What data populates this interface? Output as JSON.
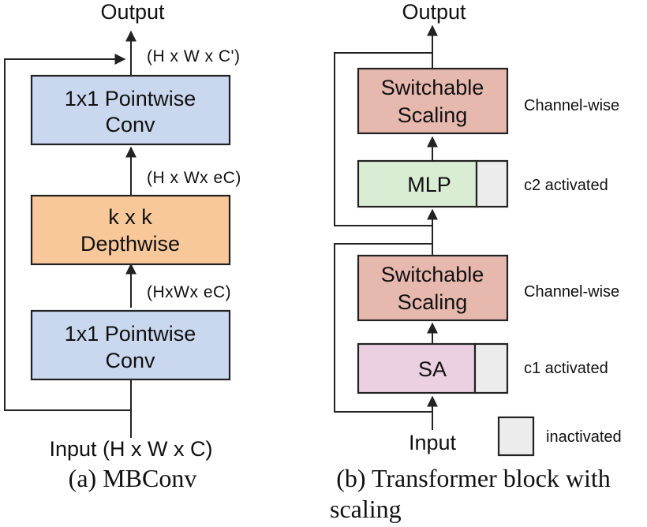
{
  "colors": {
    "pointwise_fill": "#c9d8ef",
    "depthwise_fill": "#f8c89b",
    "scaling_fill": "#e6b8ae",
    "mlp_fill": "#d9ecd4",
    "sa_fill": "#ead0e0",
    "inactive_fill": "#ececec",
    "line": "#222222"
  },
  "mbconv": {
    "output_label": "Output",
    "input_label": "Input (H x W x C)",
    "top_conv": {
      "line1": "1x1 Pointwise",
      "line2": "Conv"
    },
    "depthwise": {
      "line1": "k x k",
      "line2": "Depthwise"
    },
    "bottom_conv": {
      "line1": "1x1 Pointwise",
      "line2": "Conv"
    },
    "dim_top": "(H x W x C')",
    "dim_mid": "(H x Wx eC)",
    "dim_low": "(HxWx eC)",
    "caption": "(a) MBConv"
  },
  "transformer": {
    "output_label": "Output",
    "input_label": "Input",
    "top_scaling": {
      "line1": "Switchable",
      "line2": "Scaling"
    },
    "mlp_label": "MLP",
    "bottom_scaling": {
      "line1": "Switchable",
      "line2": "Scaling"
    },
    "sa_label": "SA",
    "side_top_scaling": "Channel-wise",
    "side_mlp": "c2 activated",
    "side_bottom_scaling": "Channel-wise",
    "side_sa": "c1 activated",
    "legend_label": "inactivated",
    "caption_line1": "(b) Transformer block with",
    "caption_line2": "scaling"
  }
}
